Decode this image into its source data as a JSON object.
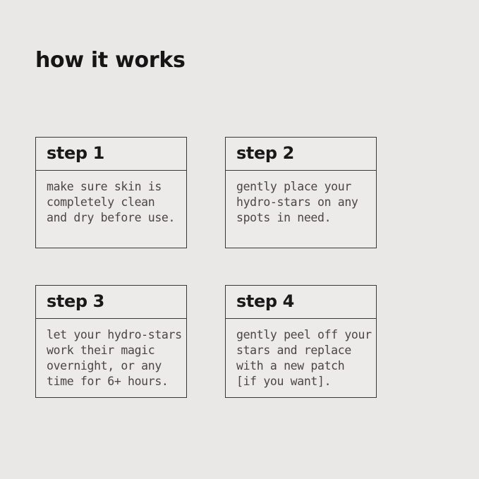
{
  "page": {
    "title": "how it works",
    "background_color": "#eae7e7",
    "card_fill_color": "#edebea",
    "border_color": "#3a3738",
    "title_color": "#171415",
    "body_text_color": "#4a4546"
  },
  "steps": [
    {
      "label": "step 1",
      "body": "make sure skin is\ncompletely clean\nand dry before use."
    },
    {
      "label": "step 2",
      "body": "gently place your\nhydro-stars on any\nspots in need."
    },
    {
      "label": "step 3",
      "body": "let your hydro-stars\nwork their magic\novernight, or any\ntime for 6+ hours."
    },
    {
      "label": "step 4",
      "body": "gently peel off your\nstars and replace\nwith a new patch\n[if you want]."
    }
  ]
}
